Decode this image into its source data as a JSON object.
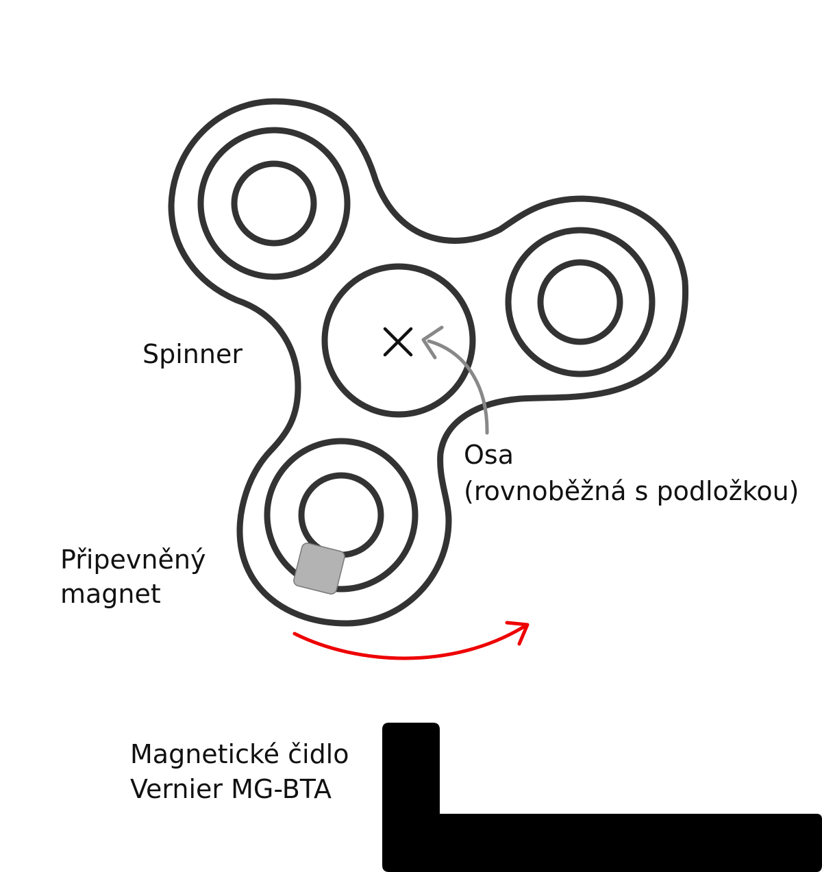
{
  "labels": {
    "spinner": "Spinner",
    "axis_line1": "Osa",
    "axis_line2": "(rovnoběžná s podložkou)",
    "magnet_line1": "Připevněný",
    "magnet_line2": "magnet",
    "sensor_line1": "Magnetické čidlo",
    "sensor_line2": "Vernier MG-BTA"
  },
  "colors": {
    "outline": "#333333",
    "axis_arrow": "#888888",
    "rotation_arrow": "#ee0000",
    "magnet_fill": "#b3b3b3",
    "sensor_fill": "#000000"
  },
  "icons": {
    "axis_marker": "x-cross-icon",
    "rotation": "curved-arrow-icon"
  }
}
